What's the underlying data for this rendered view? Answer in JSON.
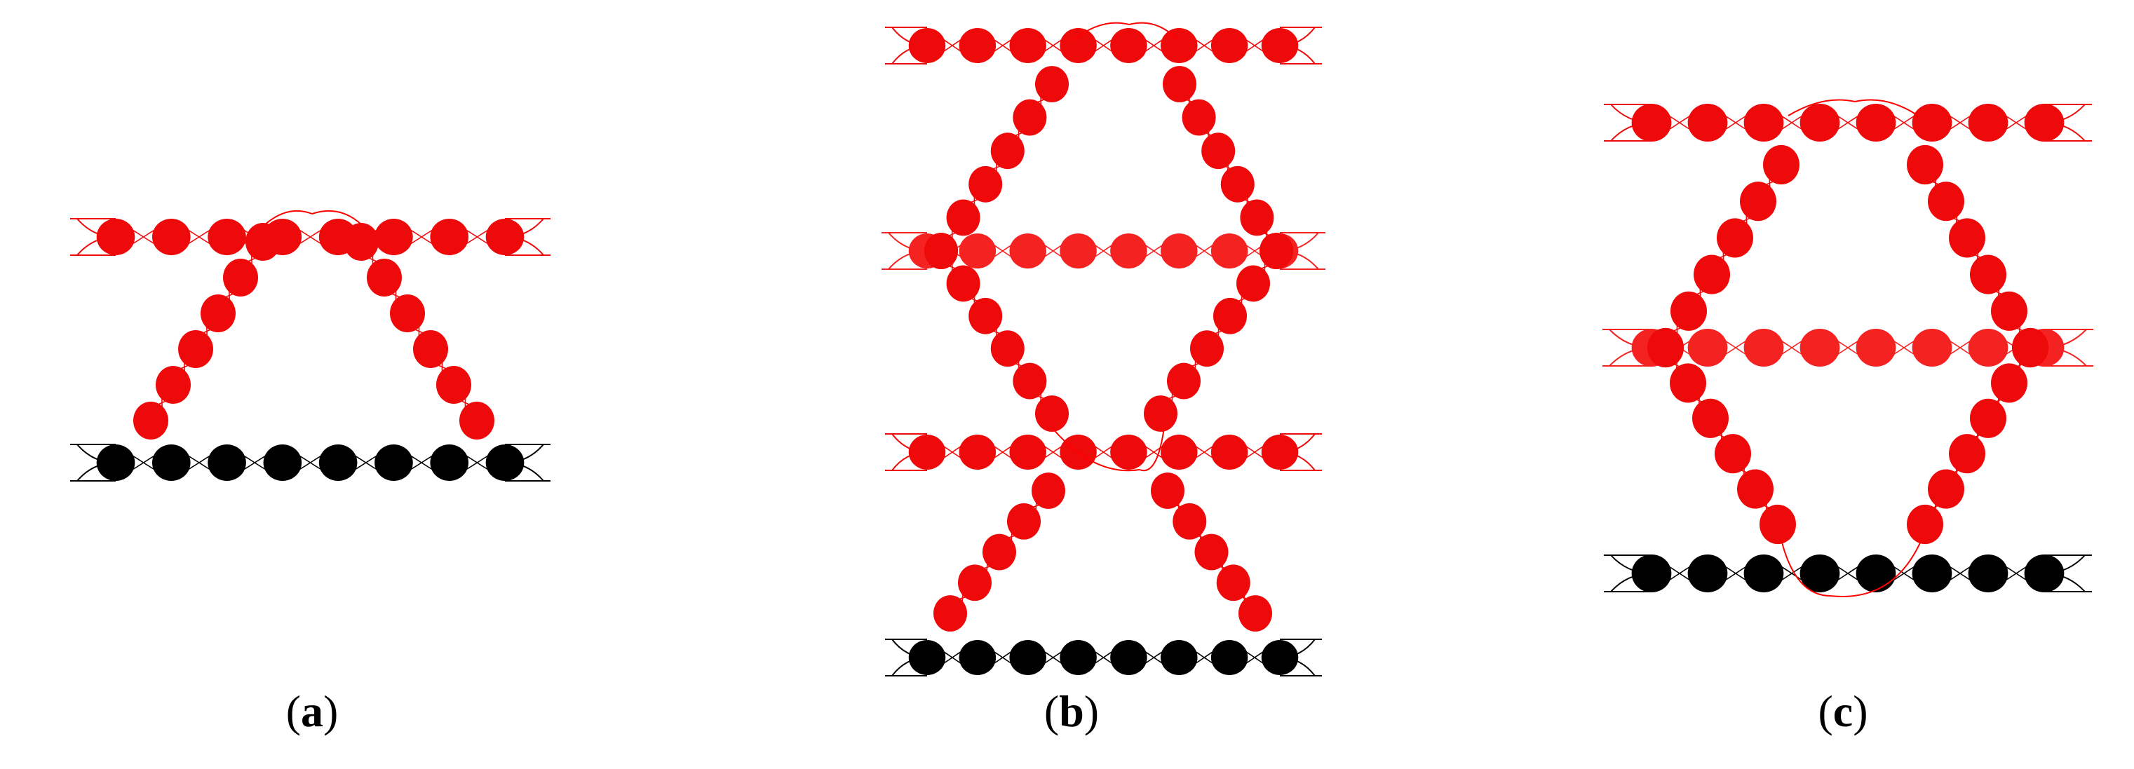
{
  "panels": [
    {
      "id": "a",
      "label": "a"
    },
    {
      "id": "b",
      "label": "b"
    },
    {
      "id": "c",
      "label": "c"
    }
  ],
  "colors": {
    "red_chain": "#ff0000",
    "red_node": "#ee0a0a",
    "red_mid_node": "#f52222",
    "black_chain": "#000000",
    "background": "#ffffff"
  }
}
